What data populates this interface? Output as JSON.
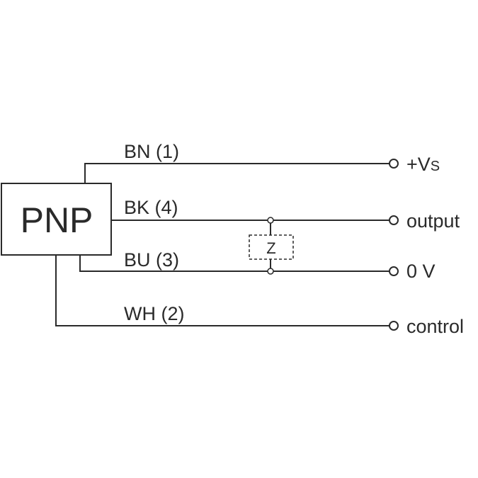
{
  "sensor": {
    "label": "PNP"
  },
  "wires": [
    {
      "id": "bn",
      "label": "BN (1)",
      "terminal": "+Vs"
    },
    {
      "id": "bk",
      "label": "BK (4)",
      "terminal": "output"
    },
    {
      "id": "bu",
      "label": "BU (3)",
      "terminal": "0 V"
    },
    {
      "id": "wh",
      "label": "WH (2)",
      "terminal": "control"
    }
  ],
  "terminal_vs": {
    "main": "+V",
    "sub": "S"
  },
  "load": {
    "label": "Z"
  }
}
